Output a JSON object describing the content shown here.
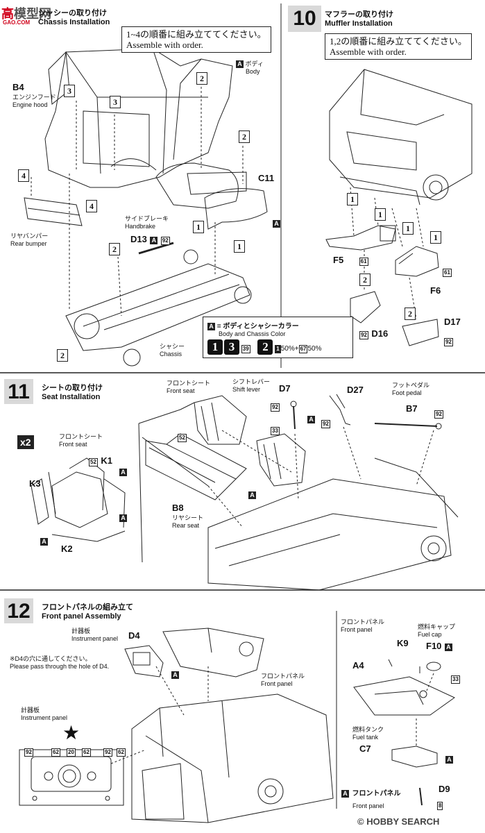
{
  "watermark_top": {
    "logo": "高",
    "brand": "模型网",
    "url": "GAO.COM"
  },
  "watermark_bottom": {
    "copyright": "©",
    "site": "HOBBY SEARCH"
  },
  "colors": {
    "step_bg": "#d9d9d9",
    "ink": "#111111",
    "accent_red": "#d0021b"
  },
  "step9": {
    "title_jp": "シャシーの取り付け",
    "title_en": "Chassis Installation",
    "note_jp": "1~4の順番に組み立ててください。",
    "note_en": "Assemble with order.",
    "parts": {
      "body_jp": "ボディ",
      "body_en": "Body",
      "body_badge": "A",
      "b4": "B4",
      "b4_jp": "エンジンフード",
      "b4_en": "Engine hood",
      "c11": "C11",
      "c11_badge": "A",
      "bumper_jp": "リヤバンパー",
      "bumper_en": "Rear bumper",
      "handbrake_jp": "サイドブレーキ",
      "handbrake_en": "Handbrake",
      "d13": "D13",
      "d13_badge": "A",
      "d13_color": "92",
      "chassis_jp": "シャシー",
      "chassis_en": "Chassis"
    },
    "seq_marks": [
      "1",
      "2",
      "3",
      "4"
    ],
    "legend": {
      "badge": "A",
      "line_jp": "= ボディとシャシーカラー",
      "line_en": "Body and Chassis Color",
      "mix1_a": "1",
      "mix1_b": "3",
      "mix1_num": "39",
      "mix2_a": "2",
      "mix2_c1": "1",
      "mix2_p1": "50%+",
      "mix2_c2": "67",
      "mix2_p2": "50%"
    }
  },
  "step10": {
    "number": "10",
    "title_jp": "マフラーの取り付け",
    "title_en": "Muffler Installation",
    "note_jp": "1,2の順番に組み立ててください。",
    "note_en": "Assemble with order.",
    "parts": {
      "f5": "F5",
      "f5_color": "61",
      "f6": "F6",
      "f6_color": "61",
      "d16": "D16",
      "d16_color": "92",
      "d17": "D17",
      "d17_color": "92"
    }
  },
  "step11": {
    "number": "11",
    "title_jp": "シートの取り付け",
    "title_en": "Seat Installation",
    "multiplier": "x2",
    "parts": {
      "front_seat_jp": "フロントシート",
      "front_seat_en": "Front seat",
      "k1": "K1",
      "k2": "K2",
      "k3": "K3",
      "k_color": "52",
      "k_badge": "A",
      "shift_jp": "シフトレバー",
      "shift_en": "Shift lever",
      "d7": "D7",
      "d7_c1": "92",
      "d7_c2": "33",
      "d7_badge": "A",
      "d27": "D27",
      "d27_color": "92",
      "pedal_jp": "フットペダル",
      "pedal_en": "Foot pedal",
      "b7": "B7",
      "b7_color": "92",
      "b8": "B8",
      "b8_color": "52",
      "b8_badge": "A",
      "rear_seat_jp": "リヤシート",
      "rear_seat_en": "Rear seat"
    }
  },
  "step12": {
    "number": "12",
    "title_jp": "フロントパネルの組み立て",
    "title_en": "Front panel Assembly",
    "parts": {
      "instr_jp": "計器板",
      "instr_en": "Instrument panel",
      "d4": "D4",
      "d4_badge": "A",
      "d4_note_jp": "※D4の穴に通してください。",
      "d4_note_en": "Please pass through the hole of D4.",
      "front_panel_jp": "フロントパネル",
      "front_panel_en": "Front panel",
      "gauge_codes": [
        "92",
        "62",
        "20",
        "62",
        "92",
        "62"
      ],
      "fuel_cap_jp": "燃料キャップ",
      "fuel_cap_en": "Fuel cap",
      "k9": "K9",
      "f10": "F10",
      "f10_badge": "A",
      "f10_color": "33",
      "a4": "A4",
      "fuel_tank_jp": "燃料タンク",
      "fuel_tank_en": "Fuel tank",
      "c7": "C7",
      "c7_badge": "A",
      "fp_badge": "A",
      "fp_jp": "フロントパネル",
      "fp_en": "Front panel",
      "d9": "D9",
      "d9_color": "8"
    }
  }
}
